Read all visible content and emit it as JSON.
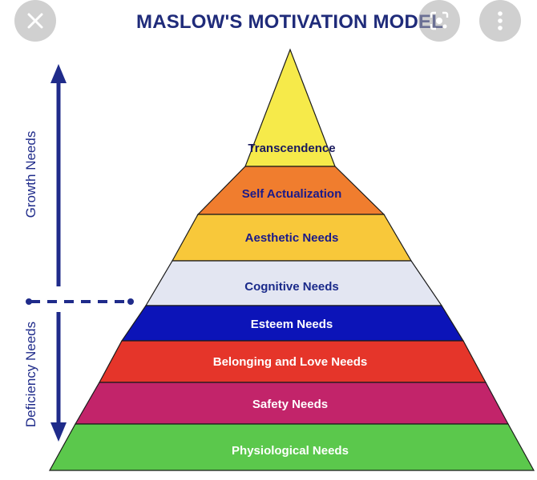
{
  "title": "MASLOW'S MOTIVATION MODEL",
  "side_labels": {
    "growth": "Growth Needs",
    "deficiency": "Deficiency Needs"
  },
  "levels": [
    {
      "label": "Transcendence",
      "color": "#f6ea4a",
      "text_color": "#1a1a5e"
    },
    {
      "label": "Self Actualization",
      "color": "#f07d2e",
      "text_color": "#1a1a8a"
    },
    {
      "label": "Aesthetic Needs",
      "color": "#f8c83a",
      "text_color": "#1a1a8a"
    },
    {
      "label": "Cognitive Needs",
      "color": "#e3e6f2",
      "text_color": "#1a2a8a"
    },
    {
      "label": "Esteem Needs",
      "color": "#0c14b8",
      "text_color": "#ffffff"
    },
    {
      "label": "Belonging and Love Needs",
      "color": "#e5352a",
      "text_color": "#ffffff"
    },
    {
      "label": "Safety Needs",
      "color": "#c2246a",
      "text_color": "#ffffff"
    },
    {
      "label": "Physiological Needs",
      "color": "#5bc84c",
      "text_color": "#ffffff"
    }
  ],
  "colors": {
    "arrow": "#1f2b8a",
    "title": "#1f2b7a",
    "outline": "#1a1a1a"
  },
  "overlay_icons": [
    "close-icon",
    "lens-search-icon",
    "more-vertical-icon"
  ]
}
